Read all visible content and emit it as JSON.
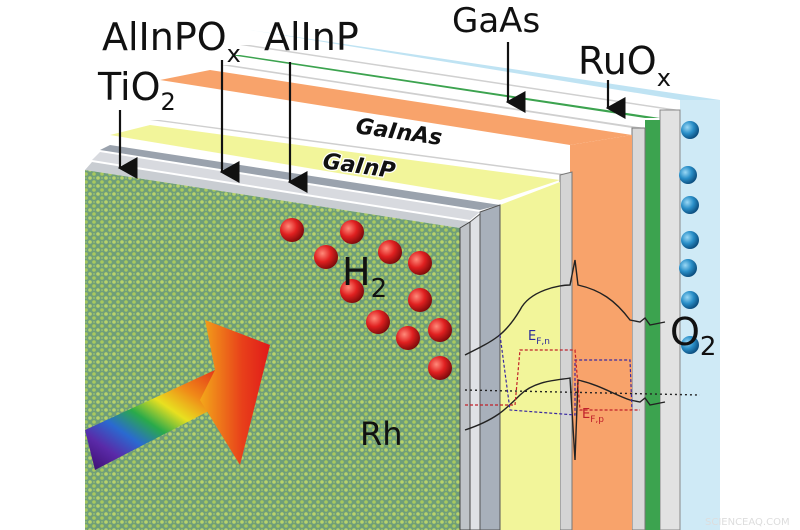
{
  "layers": {
    "tio2": "TiO",
    "tio2_sub": "2",
    "alinpox": "AlInPO",
    "alinpox_sub": "x",
    "alinp": "AlInP",
    "gaas": "GaAs",
    "ruox": "RuO",
    "ruox_sub": "x",
    "galnas": "GaInAs",
    "galnp": "GaInP"
  },
  "species": {
    "h2": "H",
    "h2_sub": "2",
    "o2": "O",
    "o2_sub": "2",
    "rh": "Rh"
  },
  "bands": {
    "efn": "E",
    "efn_sub": "F,n",
    "efp": "E",
    "efp_sub": "F,p"
  },
  "watermark": "SCIENCEAQ.COM",
  "colors": {
    "front_face": "#7fae6a",
    "gainp": "#f2f59a",
    "gainas": "#f8a36b",
    "green_layer": "#3ca34f",
    "electrolyte": "#bfe3f3",
    "h2_bubble": "#e02020",
    "o2_bubble": "#2a8fc8"
  }
}
